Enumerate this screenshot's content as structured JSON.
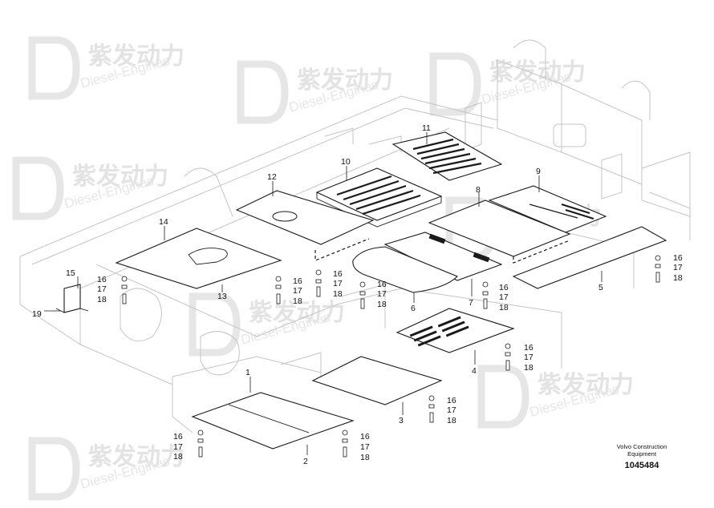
{
  "diagram": {
    "part_labels": {
      "p1": "1",
      "p2": "2",
      "p3": "3",
      "p4": "4",
      "p5": "5",
      "p6": "6",
      "p7": "7",
      "p8": "8",
      "p9": "9",
      "p10": "10",
      "p11": "11",
      "p12": "12",
      "p13": "13",
      "p14": "14",
      "p15": "15",
      "p19": "19"
    },
    "fastener_labels": {
      "a": "16",
      "b": "17",
      "c": "18"
    },
    "watermark": {
      "brand": "紫发动力",
      "subtitle": "Diesel-Engines"
    },
    "footer": {
      "company_line1": "Volvo Construction",
      "company_line2": "Equipment",
      "document_number": "1045484"
    },
    "colors": {
      "line": "#1a1a1a",
      "frame": "#c4c4c4",
      "watermark": "#e3e3e3"
    }
  }
}
